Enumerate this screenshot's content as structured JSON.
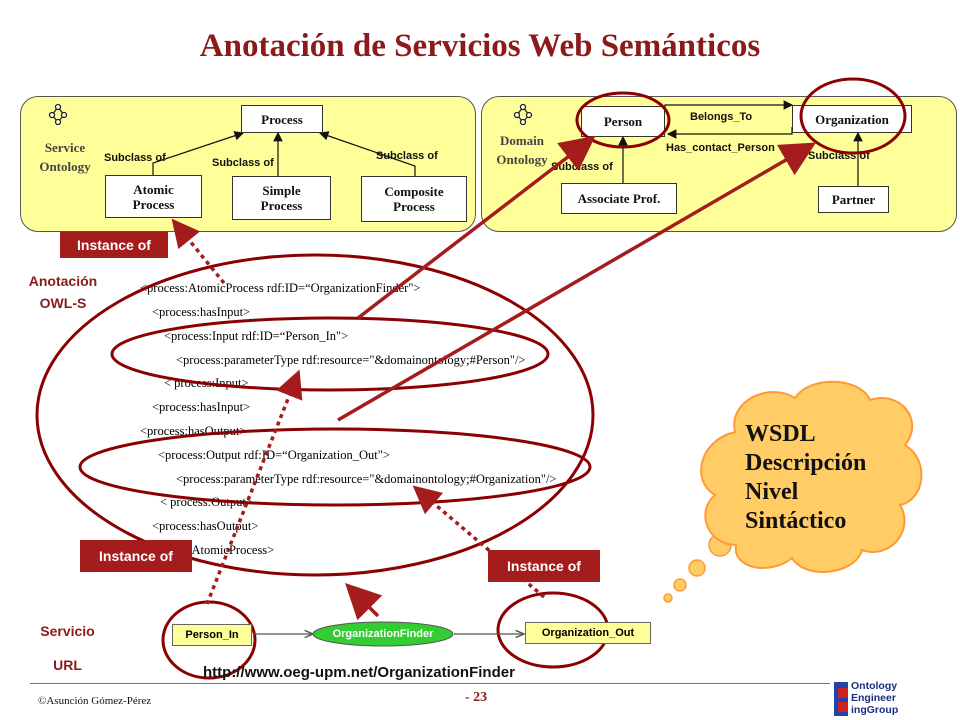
{
  "title": "Anotación de Servicios Web Semánticos",
  "service_ontology": {
    "label_line1": "Service",
    "label_line2": "Ontology",
    "process": "Process",
    "atomic_line1": "Atomic",
    "atomic_line2": "Process",
    "simple_line1": "Simple",
    "simple_line2": "Process",
    "composite_line1": "Composite",
    "composite_line2": "Process",
    "subclass_label": "Subclass of"
  },
  "domain_ontology": {
    "label_line1": "Domain",
    "label_line2": "Ontology",
    "person": "Person",
    "organization": "Organization",
    "associate_prof": "Associate Prof.",
    "partner": "Partner",
    "belongs_to": "Belongs_To",
    "has_contact_person": "Has_contact_Person",
    "subclass_label": "Subclass of"
  },
  "instance_of_label": "Instance of",
  "annotation": {
    "label_line1": "Anotación",
    "label_line2": "OWL-S",
    "code_lines": [
      "<process:AtomicProcess rdf:ID=“OrganizationFinder\">",
      "<process:hasInput>",
      "<process:Input rdf:ID=“Person_In\">",
      "<process:parameterType rdf:resource=\"&domainontology;#Person\"/>",
      "< process:Input>",
      "<process:hasInput>",
      "<process:hasOutput>",
      "<process:Output rdf:ID=“Organization_Out\">",
      "<process:parameterType rdf:resource=\"&domainontology;#Organization\"/>",
      "< process:Output>",
      "<process:hasOutput>",
      "</process:AtomicProcess>"
    ]
  },
  "wsdl": {
    "line1": "WSDL",
    "line2": "Descripción",
    "line3": "Nivel",
    "line4": "Sintáctico"
  },
  "service": {
    "label_line1": "Servicio",
    "label_line2": "URL",
    "person_in": "Person_In",
    "finder": "OrganizationFinder",
    "organization_out": "Organization_Out",
    "url": "http://www.oeg-upm.net/OrganizationFinder"
  },
  "footer": {
    "author": "©Asunción Gómez-Pérez",
    "page": "- 23",
    "logo_line1": "Ontology",
    "logo_line2": "Engineer",
    "logo_line3": "ingGroup"
  },
  "colors": {
    "title": "#8b1a1a",
    "panel": "#ffff99",
    "instance_box": "#a51c1c",
    "ellipse": "#8b0000",
    "finder": "#33cc33",
    "service_box": "#ffff99"
  }
}
